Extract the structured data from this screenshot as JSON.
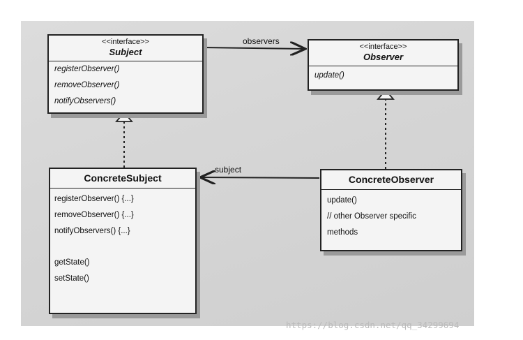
{
  "subject": {
    "stereotype": "<<interface>>",
    "name": "Subject",
    "methods": [
      "registerObserver()",
      "removeObserver()",
      "notifyObservers()"
    ]
  },
  "observer": {
    "stereotype": "<<interface>>",
    "name": "Observer",
    "methods": [
      "update()"
    ]
  },
  "concrete_subject": {
    "name": "ConcreteSubject",
    "methods": [
      "registerObserver() {...}",
      "removeObserver() {...}",
      "notifyObservers() {...}"
    ],
    "extra_methods": [
      "getState()",
      "setState()"
    ]
  },
  "concrete_observer": {
    "name": "ConcreteObserver",
    "members": [
      "update()",
      "// other Observer specific",
      "methods"
    ]
  },
  "labels": {
    "observers": "observers",
    "subject": "subject"
  },
  "watermark": "https://blog.csdn.net/qq_34299694"
}
